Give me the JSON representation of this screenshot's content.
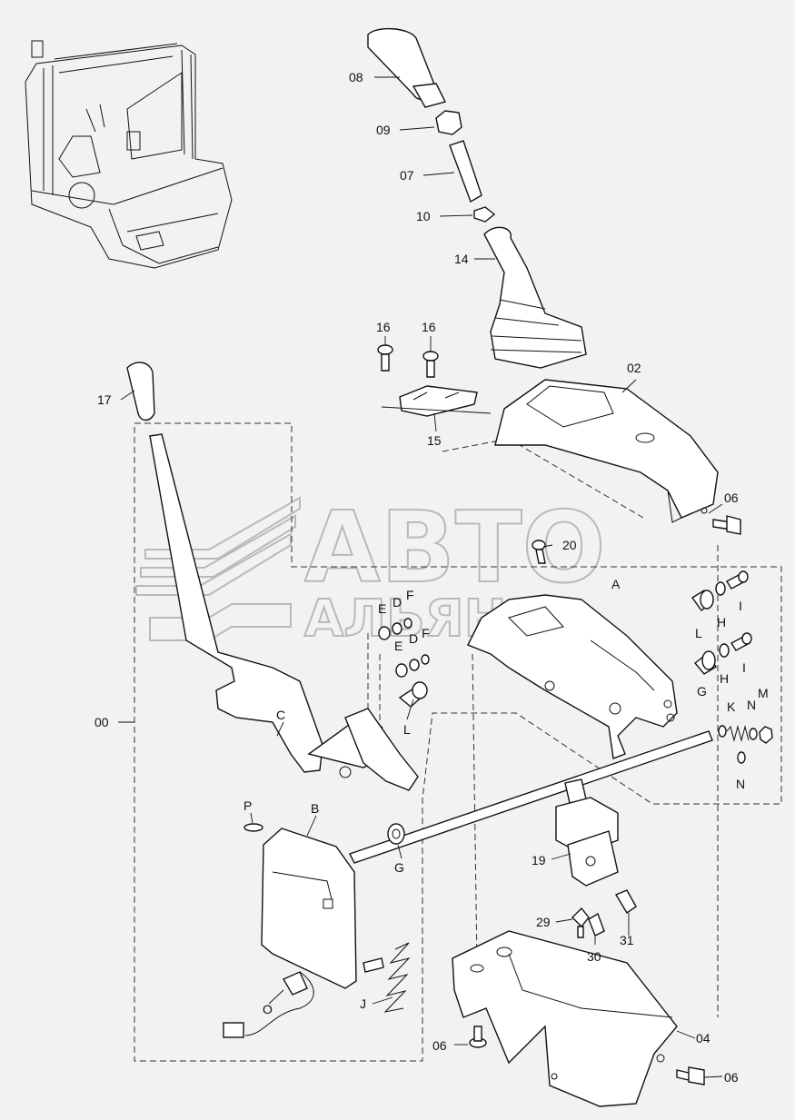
{
  "watermark": {
    "line1": "АВТО",
    "line2": "АЛЬЯНС"
  },
  "labels": {
    "l08": "08",
    "l09": "09",
    "l07": "07",
    "l10": "10",
    "l14": "14",
    "l16a": "16",
    "l16b": "16",
    "l15": "15",
    "l02": "02",
    "l17": "17",
    "l06a": "06",
    "l20": "20",
    "lA": "A",
    "lI1": "I",
    "lH1": "H",
    "lL1": "L",
    "lE1": "E",
    "lD1": "D",
    "lF1": "F",
    "lE2": "E",
    "lD2": "D",
    "lF2": "F",
    "lI2": "I",
    "lH2": "H",
    "lG1": "G",
    "lK": "K",
    "lN1": "N",
    "lM": "M",
    "lN2": "N",
    "l00": "00",
    "lC": "C",
    "lL2": "L",
    "lP": "P",
    "lB": "B",
    "lG2": "G",
    "l19": "19",
    "l29": "29",
    "l30": "30",
    "l31": "31",
    "lJ": "J",
    "lO": "O",
    "l06b": "06",
    "l04": "04",
    "l06c": "06"
  }
}
